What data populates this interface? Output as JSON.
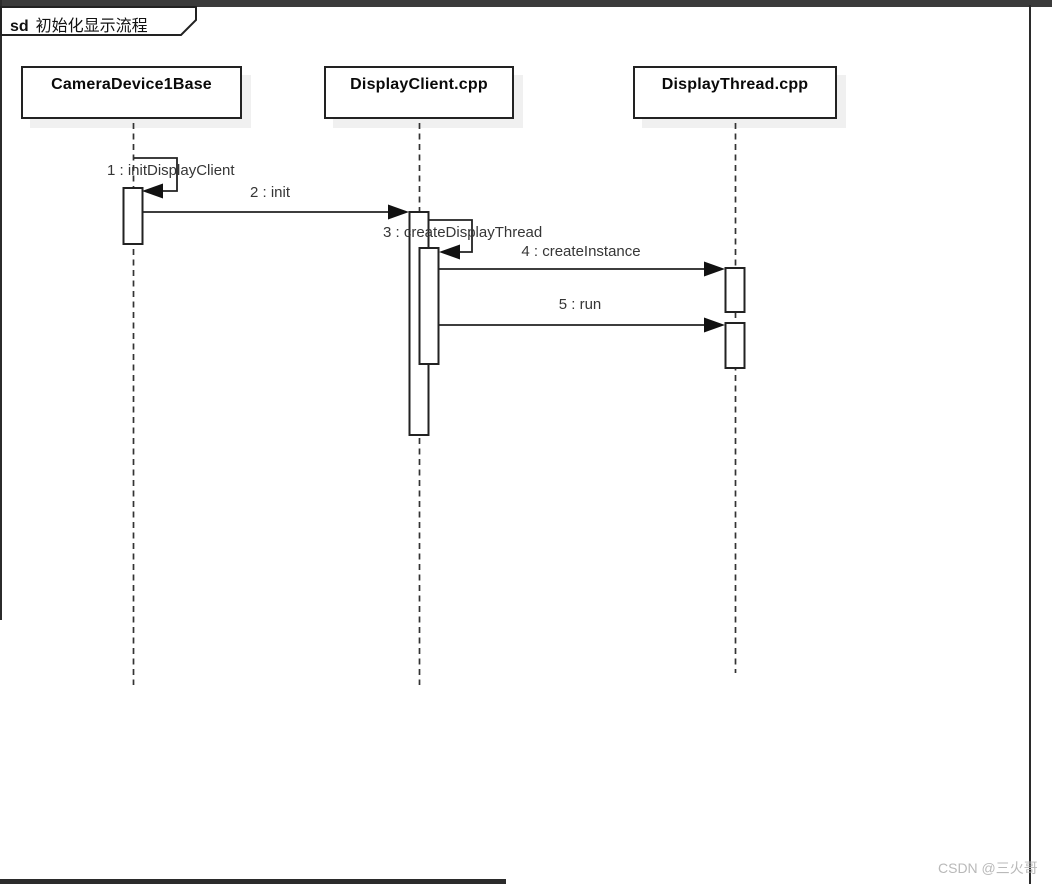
{
  "frame": {
    "keyword": "sd",
    "title": "初始化显示流程"
  },
  "lifelines": [
    {
      "name": "CameraDevice1Base"
    },
    {
      "name": "DisplayClient.cpp"
    },
    {
      "name": "DisplayThread.cpp"
    }
  ],
  "messages": [
    {
      "label": "1 : initDisplayClient",
      "kind": "self",
      "from": "CameraDevice1Base",
      "to": "CameraDevice1Base"
    },
    {
      "label": "2 : init",
      "kind": "call",
      "from": "CameraDevice1Base",
      "to": "DisplayClient.cpp"
    },
    {
      "label": "3 : createDisplayThread",
      "kind": "self",
      "from": "DisplayClient.cpp",
      "to": "DisplayClient.cpp"
    },
    {
      "label": "4 : createInstance",
      "kind": "call",
      "from": "DisplayClient.cpp",
      "to": "DisplayThread.cpp"
    },
    {
      "label": "5 : run",
      "kind": "call",
      "from": "DisplayClient.cpp",
      "to": "DisplayThread.cpp"
    }
  ],
  "watermark": "CSDN @三火哥",
  "colors": {
    "line": "#222222",
    "frame_edge": "#2b2b2b",
    "top_bar": "#3b3b3b",
    "box_shadow": "#f0f0f0",
    "watermark": "#b9b9b9"
  }
}
